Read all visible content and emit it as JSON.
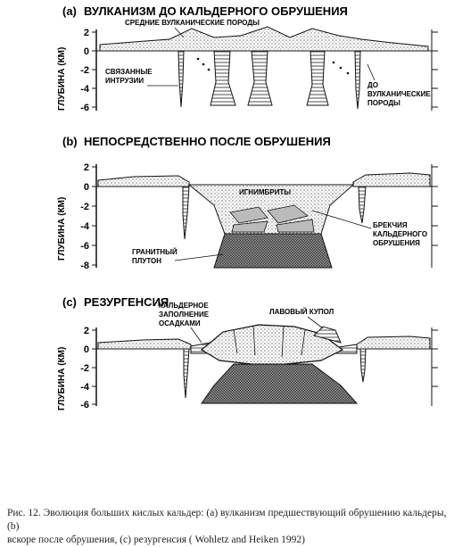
{
  "panels": [
    {
      "letter": "(a)",
      "title": "ВУЛКАНИЗМ ДО КАЛЬДЕРНОГО ОБРУШЕНИЯ",
      "y_axis_label": "ГЛУБИНА (КМ)",
      "ticks": [
        "2",
        "0",
        "-2",
        "-4",
        "-6"
      ],
      "labels": {
        "intermediate": "СРЕДНИЕ ВУЛКАНИЧЕСКИЕ ПОРОДЫ",
        "intrusions_line1": "СВЯЗАННЫЕ",
        "intrusions_line2": "ИНТРУЗИИ",
        "pre_line1": "ДО",
        "pre_line2": "ВУЛКАНИЧЕСКИЕ",
        "pre_line3": "ПОРОДЫ"
      }
    },
    {
      "letter": "(b)",
      "title": "НЕПОСРЕДСТВЕННО ПОСЛЕ ОБРУШЕНИЯ",
      "y_axis_label": "ГЛУБИНА (КМ)",
      "ticks": [
        "2",
        "0",
        "-2",
        "-4",
        "-6",
        "-8"
      ],
      "labels": {
        "ignimbrites": "ИГНИМБРИТЫ",
        "breccia_line1": "БРЕКЧИЯ",
        "breccia_line2": "КАЛЬДЕРНОГО",
        "breccia_line3": "ОБРУШЕНИЯ",
        "pluton_line1": "ГРАНИТНЫЙ",
        "pluton_line2": "ПЛУТОН"
      }
    },
    {
      "letter": "(c)",
      "title": "РЕЗУРГЕНСИЯ",
      "y_axis_label": "ГЛУБИНА (КМ)",
      "ticks": [
        "2",
        "0",
        "-2",
        "-4",
        "-6"
      ],
      "labels": {
        "fill_line1": "КАЛЬДЕРНОЕ",
        "fill_line2": "ЗАПОЛНЕНИЕ",
        "fill_line3": "ОСАДКАМИ",
        "dome": "ЛАВОВЫЙ КУПОЛ"
      }
    }
  ],
  "caption_line1": "Рис. 12. Эволюция больших кислых кальдер: (а) вулканизм предшествующий обрушению кальдеры, (b)",
  "caption_line2": "вскоре после обрушения, (c) резургенсия ( Wohletz and Heiken 1992)"
}
